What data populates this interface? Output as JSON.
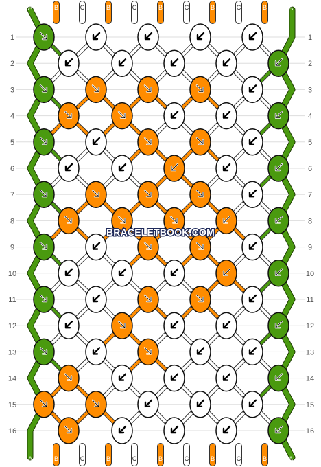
{
  "colors": {
    "A": "#4a9a0f",
    "B": "#ff8c00",
    "C": "#ffffff"
  },
  "strand_order_top": [
    "A",
    "B",
    "C",
    "B",
    "C",
    "B",
    "C",
    "B",
    "C",
    "B",
    "A"
  ],
  "strand_order_bottom": [
    "A",
    "B",
    "C",
    "B",
    "C",
    "B",
    "C",
    "B",
    "C",
    "B",
    "A"
  ],
  "row_labels": [
    "1",
    "2",
    "3",
    "4",
    "5",
    "6",
    "7",
    "8",
    "9",
    "10",
    "11",
    "12",
    "13",
    "14",
    "15",
    "16"
  ],
  "watermark": "BRACELETBOOK.COM",
  "knots": [
    {
      "row": 1,
      "items": [
        [
          "A",
          "r"
        ],
        [
          "C",
          "l"
        ],
        [
          "C",
          "l"
        ],
        [
          "C",
          "l"
        ],
        [
          "C",
          "l"
        ]
      ]
    },
    {
      "row": 2,
      "items": [
        [
          "C",
          "b"
        ],
        [
          "C",
          "b"
        ],
        [
          "C",
          "b"
        ],
        [
          "C",
          "b"
        ],
        [
          "A",
          "b"
        ]
      ]
    },
    {
      "row": 3,
      "items": [
        [
          "A",
          "r"
        ],
        [
          "B",
          "r"
        ],
        [
          "B",
          "r"
        ],
        [
          "B",
          "r"
        ],
        [
          "C",
          "l"
        ]
      ]
    },
    {
      "row": 4,
      "items": [
        [
          "B",
          "r"
        ],
        [
          "B",
          "r"
        ],
        [
          "C",
          "b"
        ],
        [
          "C",
          "b"
        ],
        [
          "A",
          "b"
        ]
      ]
    },
    {
      "row": 5,
      "items": [
        [
          "A",
          "r"
        ],
        [
          "C",
          "l"
        ],
        [
          "B",
          "r"
        ],
        [
          "B",
          "r"
        ],
        [
          "C",
          "l"
        ]
      ]
    },
    {
      "row": 6,
      "items": [
        [
          "C",
          "b"
        ],
        [
          "C",
          "b"
        ],
        [
          "B",
          "b"
        ],
        [
          "C",
          "b"
        ],
        [
          "A",
          "b"
        ]
      ]
    },
    {
      "row": 7,
      "items": [
        [
          "A",
          "r"
        ],
        [
          "B",
          "r"
        ],
        [
          "B",
          "r"
        ],
        [
          "B",
          "r"
        ],
        [
          "C",
          "l"
        ]
      ]
    },
    {
      "row": 8,
      "items": [
        [
          "B",
          "r"
        ],
        [
          "B",
          "r"
        ],
        [
          "B",
          "r"
        ],
        [
          "B",
          "b"
        ],
        [
          "A",
          "b"
        ]
      ]
    },
    {
      "row": 9,
      "items": [
        [
          "A",
          "r"
        ],
        [
          "C",
          "l"
        ],
        [
          "B",
          "r"
        ],
        [
          "B",
          "r"
        ],
        [
          "C",
          "l"
        ]
      ]
    },
    {
      "row": 10,
      "items": [
        [
          "C",
          "b"
        ],
        [
          "C",
          "b"
        ],
        [
          "C",
          "b"
        ],
        [
          "B",
          "b"
        ],
        [
          "A",
          "b"
        ]
      ]
    },
    {
      "row": 11,
      "items": [
        [
          "A",
          "r"
        ],
        [
          "C",
          "l"
        ],
        [
          "B",
          "r"
        ],
        [
          "B",
          "r"
        ],
        [
          "C",
          "l"
        ]
      ]
    },
    {
      "row": 12,
      "items": [
        [
          "C",
          "b"
        ],
        [
          "B",
          "r"
        ],
        [
          "C",
          "b"
        ],
        [
          "C",
          "b"
        ],
        [
          "A",
          "b"
        ]
      ]
    },
    {
      "row": 13,
      "items": [
        [
          "A",
          "r"
        ],
        [
          "C",
          "l"
        ],
        [
          "B",
          "r"
        ],
        [
          "C",
          "l"
        ],
        [
          "C",
          "l"
        ]
      ]
    },
    {
      "row": 14,
      "items": [
        [
          "B",
          "r"
        ],
        [
          "C",
          "b"
        ],
        [
          "C",
          "b"
        ],
        [
          "C",
          "b"
        ],
        [
          "A",
          "b"
        ]
      ]
    },
    {
      "row": 15,
      "items": [
        [
          "B",
          "r"
        ],
        [
          "B",
          "r"
        ],
        [
          "C",
          "l"
        ],
        [
          "C",
          "l"
        ],
        [
          "C",
          "l"
        ]
      ]
    },
    {
      "row": 16,
      "items": [
        [
          "B",
          "r"
        ],
        [
          "C",
          "b"
        ],
        [
          "C",
          "b"
        ],
        [
          "C",
          "b"
        ],
        [
          "A",
          "b"
        ]
      ]
    }
  ]
}
